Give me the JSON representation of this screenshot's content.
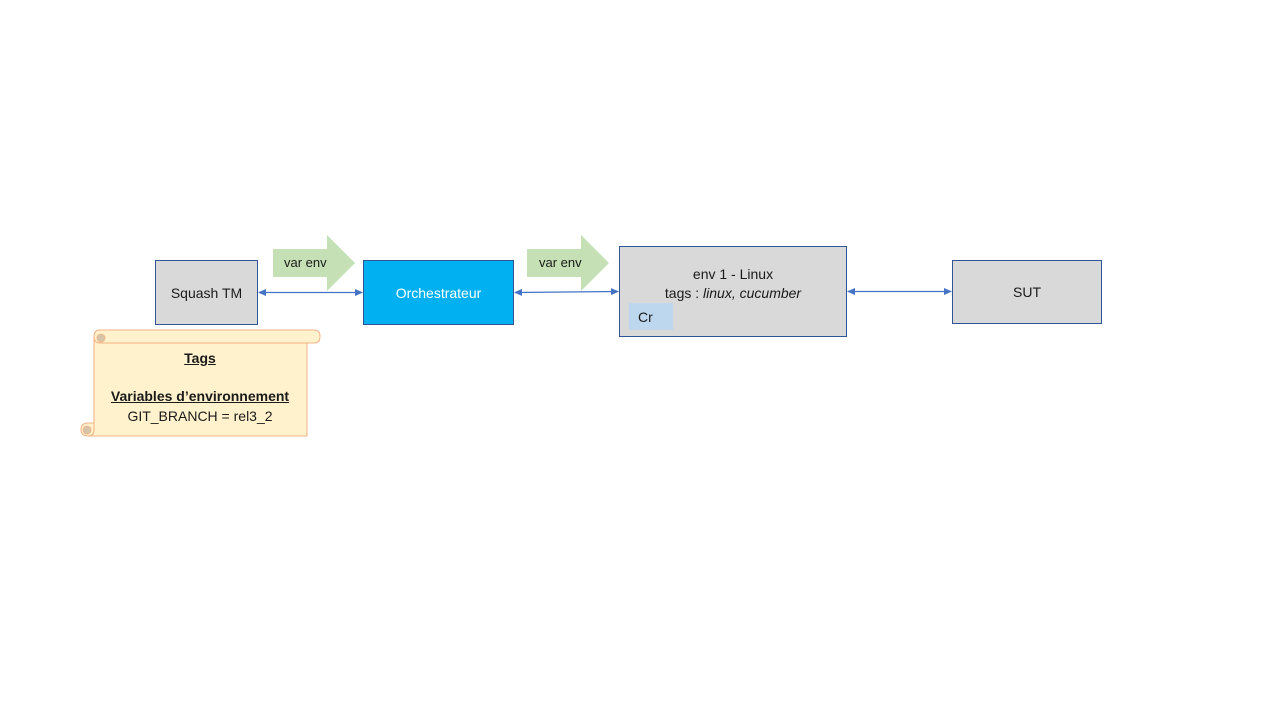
{
  "nodes": {
    "squash_tm": "Squash TM",
    "orchestrator": "Orchestrateur",
    "env": {
      "title": "env 1 - Linux",
      "tags_prefix": "tags : ",
      "tag_1": "linux",
      "tag_sep": ", ",
      "tag_2": "cucumber",
      "child": "Cr"
    },
    "sut": "SUT"
  },
  "flow_arrows": {
    "first": "var env",
    "second": "var env"
  },
  "scroll": {
    "heading": "Tags",
    "subheading": "Variables d’environnement",
    "value": "GIT_BRANCH = rel3_2"
  },
  "colors": {
    "box_gray": "#d9d9d9",
    "box_border": "#2f5597",
    "orchestrator": "#00b0f0",
    "cr_fill": "#bdd7ee",
    "flow_arrow": "#c5e0b4",
    "scroll_fill": "#fff2cc",
    "scroll_border": "#f4b183",
    "connector": "#4472c4"
  }
}
